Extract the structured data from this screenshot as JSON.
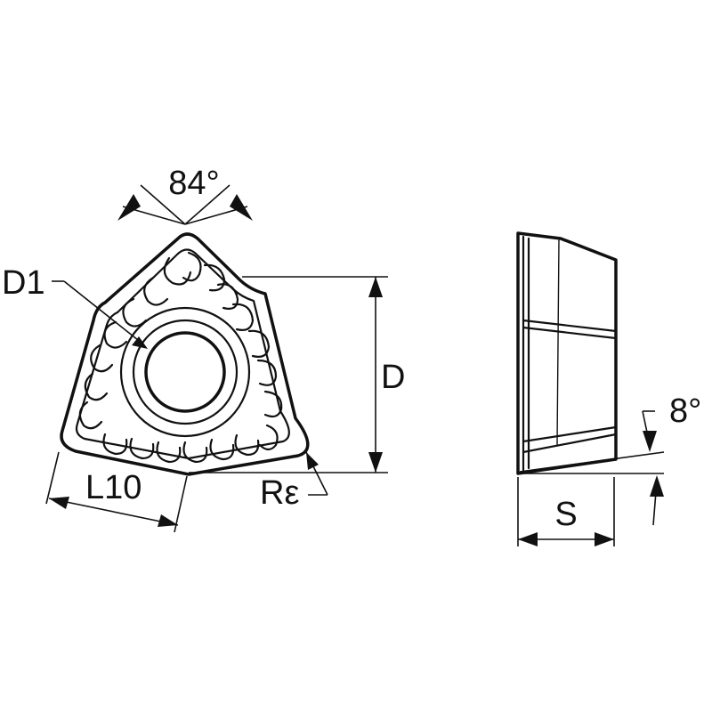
{
  "labels": {
    "angle_top": "84°",
    "inner_diameter": "D1",
    "diameter": "D",
    "edge_length": "L10",
    "corner_radius": "Rε",
    "clearance_angle": "8°",
    "thickness": "S"
  },
  "colors": {
    "line": "#111111",
    "background": "#ffffff"
  }
}
